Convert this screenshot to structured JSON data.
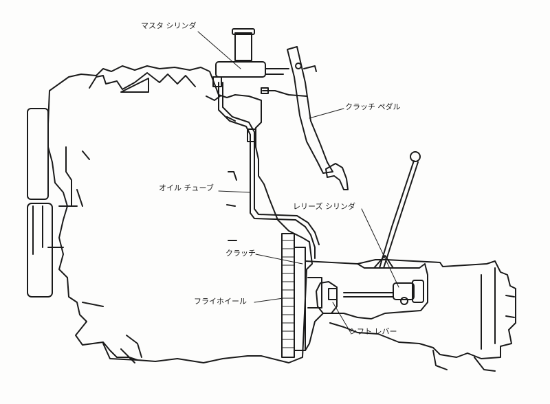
{
  "labels": {
    "master_cylinder": "マスタ シリンダ",
    "clutch_pedal": "クラッチ ペダル",
    "oil_tube": "オイル チューブ",
    "release_cylinder": "レリーズ シリンダ",
    "clutch": "クラッチ",
    "flywheel": "フライホイール",
    "shift_lever": "シフト レバー"
  }
}
